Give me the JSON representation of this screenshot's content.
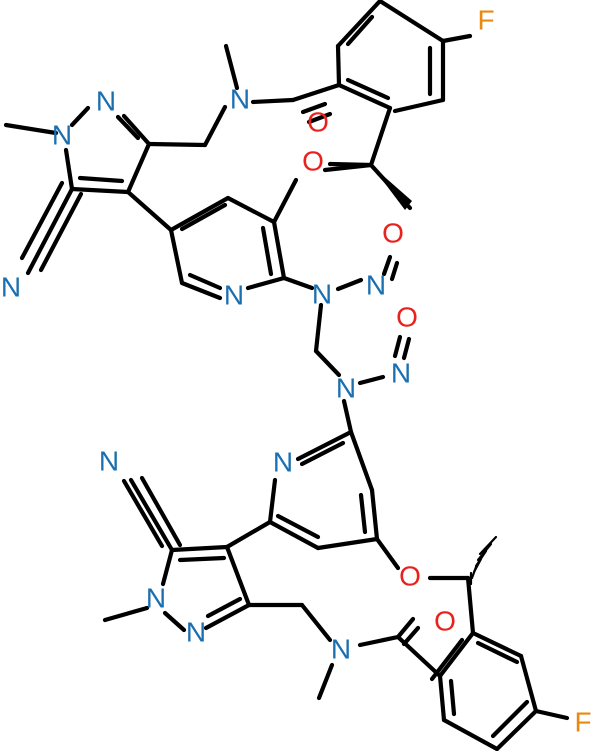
{
  "colors": {
    "bond": "#000000",
    "N": "#1a6fb0",
    "O": "#e8211c",
    "F": "#e88a12"
  },
  "atoms": {
    "f_top": "F",
    "n_amide_top": "N",
    "o_carbonyl_top": "O",
    "n_pyrazole_top_2": "N",
    "n_pyrazole_top_1": "N",
    "o_ether_top": "O",
    "o_nitroso_1": "O",
    "n_nitrile_top": "N",
    "n_nitrosamine_1": "N",
    "n_nitroso_1": "N",
    "n_pyridine_top": "N",
    "o_nitroso_2": "O",
    "n_nitroso_2": "N",
    "n_nitrosamine_2": "N",
    "n_nitrile_bottom": "N",
    "n_pyridine_bottom": "N",
    "o_ether_bottom": "O",
    "n_pyrazole_bottom_1": "N",
    "o_carbonyl_bottom": "O",
    "n_pyrazole_bottom_2": "N",
    "n_amide_bottom": "N",
    "f_bottom": "F"
  }
}
